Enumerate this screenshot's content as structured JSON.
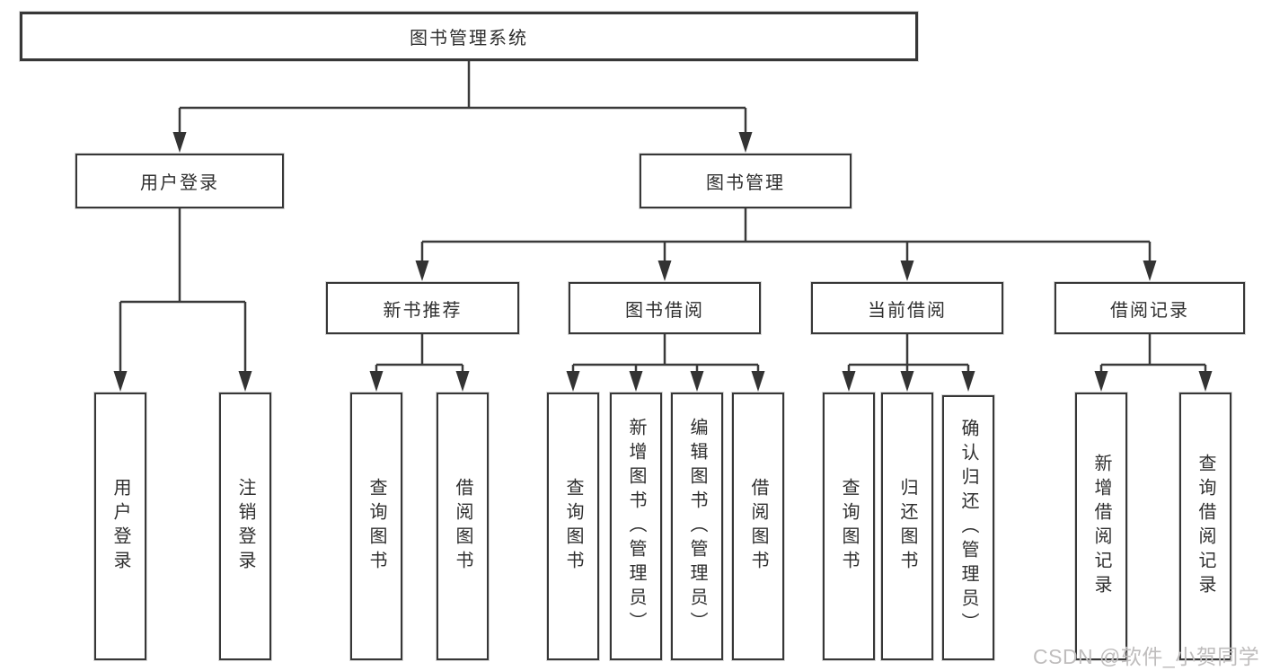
{
  "diagram": {
    "root": "图书管理系统",
    "level2": {
      "user_login": "用户登录",
      "book_mgmt": "图书管理"
    },
    "level3": {
      "new_book_rec": "新书推荐",
      "book_borrow": "图书借阅",
      "current_borrow": "当前借阅",
      "borrow_records": "借阅记录"
    },
    "leaves": {
      "user_login": [
        "用户登录",
        "注销登录"
      ],
      "new_book_rec": [
        "查询图书",
        "借阅图书"
      ],
      "book_borrow": [
        "查询图书",
        "新增图书（管理员）",
        "编辑图书（管理员）",
        "借阅图书"
      ],
      "current_borrow": [
        "查询图书",
        "归还图书",
        "确认归还（管理员）"
      ],
      "borrow_records": [
        "新增借阅记录",
        "查询借阅记录"
      ]
    }
  },
  "watermark": "CSDN @软件_小贺同学",
  "colors": {
    "line": "#3a3a3a",
    "text": "#2f2f2f",
    "watermark": "#bfbdbd",
    "background": "#ffffff"
  }
}
